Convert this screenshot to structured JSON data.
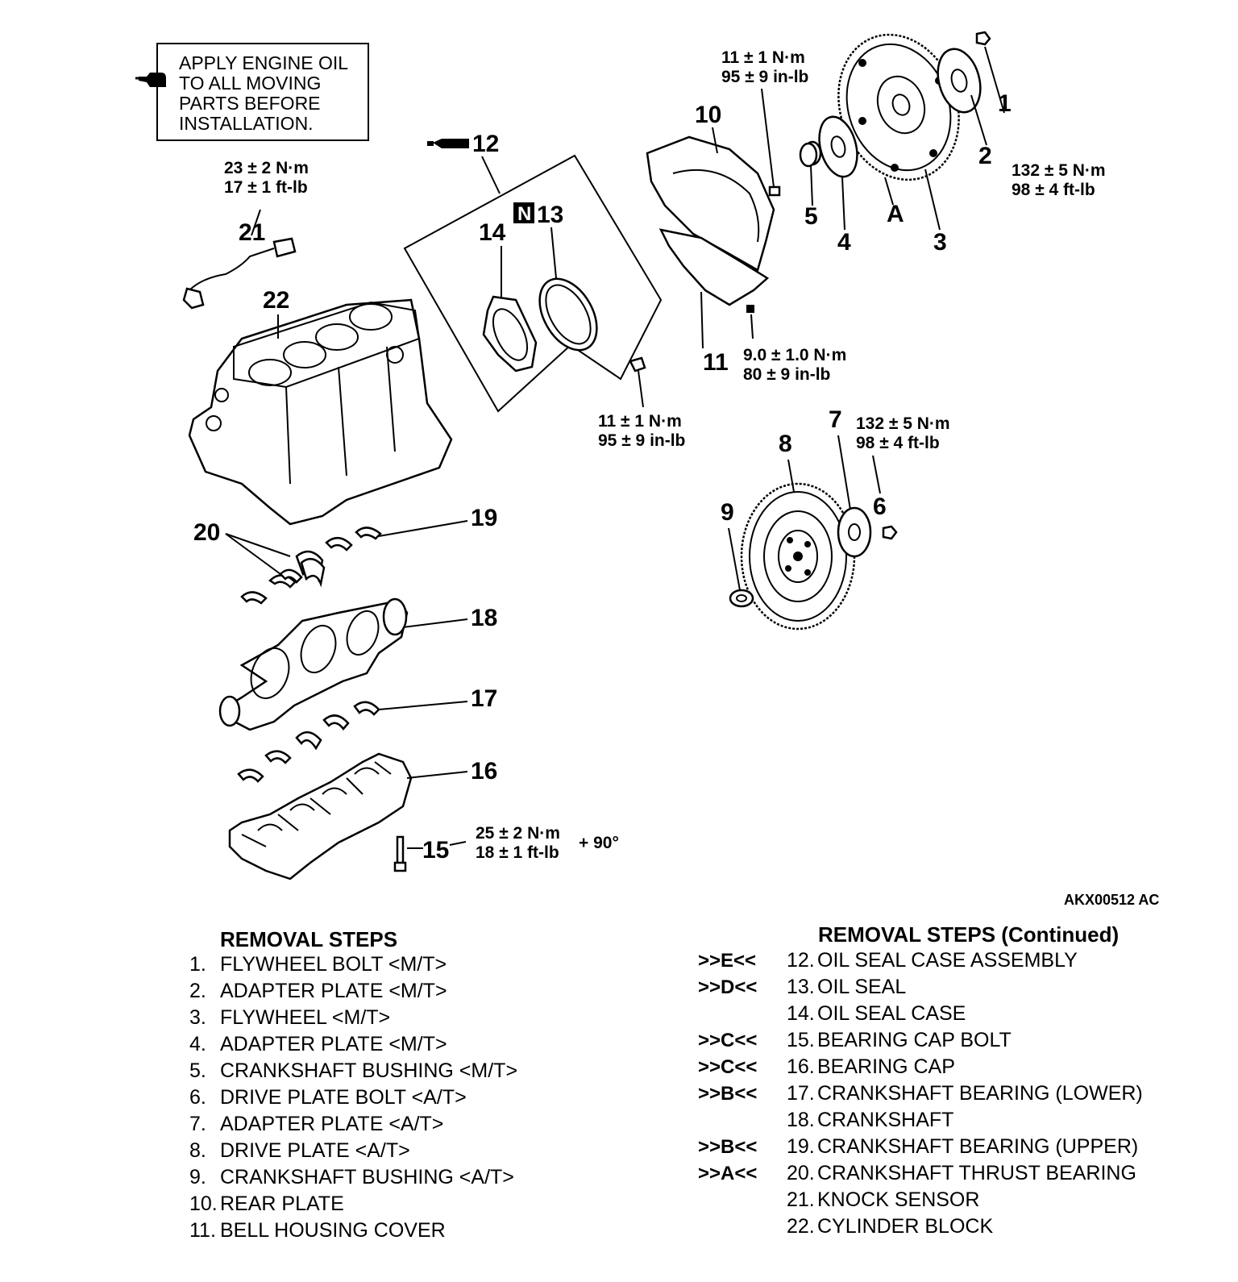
{
  "note": {
    "lines": [
      "APPLY ENGINE OIL",
      "TO ALL MOVING",
      "PARTS BEFORE",
      "INSTALLATION."
    ]
  },
  "callouts": {
    "c1": "1",
    "c2": "2",
    "c3": "3",
    "c4": "4",
    "c5": "5",
    "c6": "6",
    "c7": "7",
    "c8": "8",
    "c9": "9",
    "c10": "10",
    "c11": "11",
    "c12": "12",
    "c13": "13",
    "c14": "14",
    "c15": "15",
    "c16": "16",
    "c17": "17",
    "c18": "18",
    "c19": "19",
    "c20": "20",
    "c21": "21",
    "c22": "22",
    "cA": "A",
    "cN": "N"
  },
  "torque_specs": {
    "t10_nm": "11 ± 1 N·m",
    "t10_in": "95 ± 9 in-lb",
    "t1_nm": "132 ± 5 N·m",
    "t1_ft": "98 ± 4 ft-lb",
    "t21_nm": "23 ± 2 N·m",
    "t21_ft": "17 ± 1 ft-lb",
    "t11_nm": "9.0 ± 1.0 N·m",
    "t11_in": "80 ± 9 in-lb",
    "t12_nm": "11 ± 1 N·m",
    "t12_in": "95 ± 9 in-lb",
    "t6_nm": "132 ± 5 N·m",
    "t6_ft": "98 ± 4 ft-lb",
    "t15_nm": "25 ± 2 N·m",
    "t15_ft": "18 ± 1 ft-lb",
    "t15_angle": "+ 90°"
  },
  "figure_ref": "AKX00512 AC",
  "removal_steps_left": {
    "title": "REMOVAL STEPS",
    "items": [
      {
        "num": "1.",
        "text": "FLYWHEEL BOLT <M/T>"
      },
      {
        "num": "2.",
        "text": "ADAPTER PLATE <M/T>"
      },
      {
        "num": "3.",
        "text": "FLYWHEEL <M/T>"
      },
      {
        "num": "4.",
        "text": "ADAPTER PLATE <M/T>"
      },
      {
        "num": "5.",
        "text": "CRANKSHAFT BUSHING <M/T>"
      },
      {
        "num": "6.",
        "text": "DRIVE PLATE BOLT <A/T>"
      },
      {
        "num": "7.",
        "text": "ADAPTER PLATE <A/T>"
      },
      {
        "num": "8.",
        "text": "DRIVE PLATE <A/T>"
      },
      {
        "num": "9.",
        "text": "CRANKSHAFT BUSHING <A/T>"
      },
      {
        "num": "10.",
        "text": "REAR PLATE"
      },
      {
        "num": "11.",
        "text": "BELL HOUSING COVER"
      }
    ]
  },
  "removal_steps_right": {
    "title": "REMOVAL STEPS (Continued)",
    "items": [
      {
        "mark": ">>E<<",
        "num": "12.",
        "text": "OIL SEAL CASE ASSEMBLY"
      },
      {
        "mark": ">>D<<",
        "num": "13.",
        "text": "OIL SEAL"
      },
      {
        "mark": "",
        "num": "14.",
        "text": "OIL SEAL CASE"
      },
      {
        "mark": ">>C<<",
        "num": "15.",
        "text": "BEARING CAP BOLT"
      },
      {
        "mark": ">>C<<",
        "num": "16.",
        "text": "BEARING CAP"
      },
      {
        "mark": ">>B<<",
        "num": "17.",
        "text": "CRANKSHAFT BEARING (LOWER)"
      },
      {
        "mark": "",
        "num": "18.",
        "text": "CRANKSHAFT"
      },
      {
        "mark": ">>B<<",
        "num": "19.",
        "text": "CRANKSHAFT BEARING (UPPER)"
      },
      {
        "mark": ">>A<<",
        "num": "20.",
        "text": "CRANKSHAFT THRUST BEARING"
      },
      {
        "mark": "",
        "num": "21.",
        "text": "KNOCK SENSOR"
      },
      {
        "mark": "",
        "num": "22.",
        "text": "CYLINDER BLOCK"
      }
    ]
  },
  "icons": {
    "oil_can": "oil-can-icon",
    "sealant_tube": "sealant-tube-icon",
    "new_part_badge": "new-part-badge-icon"
  }
}
